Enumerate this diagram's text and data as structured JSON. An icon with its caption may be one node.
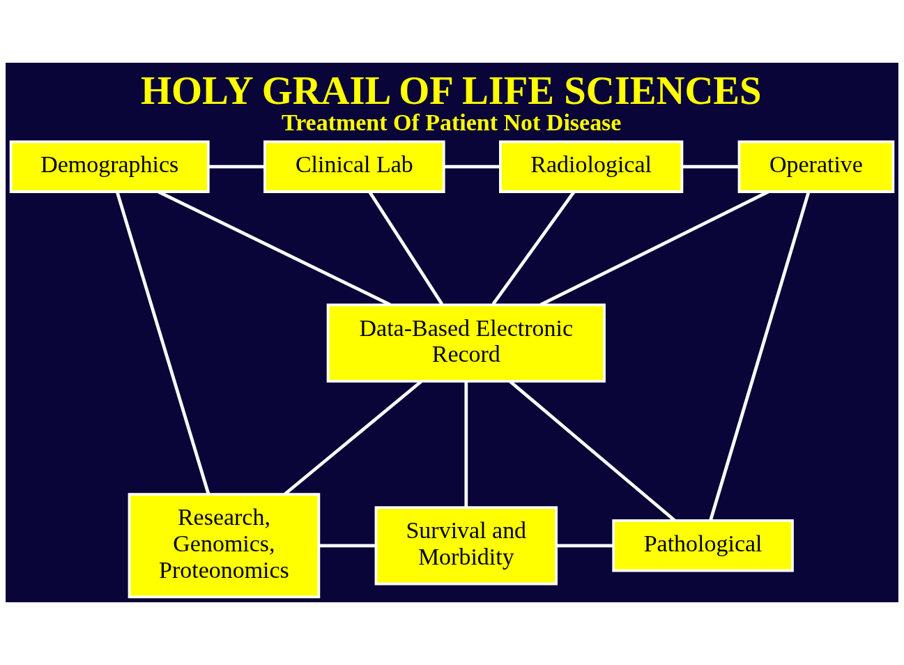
{
  "diagram": {
    "title": "HOLY GRAIL OF LIFE SCIENCES",
    "caption": "Treatment Of Patient Not Disease",
    "nodes": [
      {
        "text": [
          "Demographics"
        ]
      },
      {
        "text": [
          "Clinical Lab"
        ]
      },
      {
        "text": [
          "Radiological"
        ]
      },
      {
        "text": [
          "Operative"
        ]
      },
      {
        "text": [
          "Data-Based Electronic Record"
        ]
      },
      {
        "text": [
          "Research, Genomics, Proteonomics"
        ]
      },
      {
        "text": [
          "Survival and Morbidity"
        ]
      },
      {
        "text": [
          "Pathological"
        ]
      }
    ],
    "edges": [
      {
        "from": 0,
        "to": 1,
        "arrow": "none"
      },
      {
        "from": 1,
        "to": 2,
        "arrow": "none"
      },
      {
        "from": 2,
        "to": 3,
        "arrow": "none"
      },
      {
        "from": 0,
        "to": 4,
        "arrow": "none"
      },
      {
        "from": 1,
        "to": 4,
        "arrow": "none"
      },
      {
        "from": 2,
        "to": 4,
        "arrow": "none"
      },
      {
        "from": 3,
        "to": 4,
        "arrow": "none"
      },
      {
        "from": 0,
        "to": 5,
        "arrow": "none"
      },
      {
        "from": 3,
        "to": 7,
        "arrow": "none"
      },
      {
        "from": 4,
        "to": 5,
        "arrow": "none"
      },
      {
        "from": 4,
        "to": 6,
        "arrow": "none"
      },
      {
        "from": 4,
        "to": 7,
        "arrow": "none"
      },
      {
        "from": 5,
        "to": 6,
        "arrow": "none"
      },
      {
        "from": 6,
        "to": 7,
        "arrow": "none"
      }
    ]
  }
}
